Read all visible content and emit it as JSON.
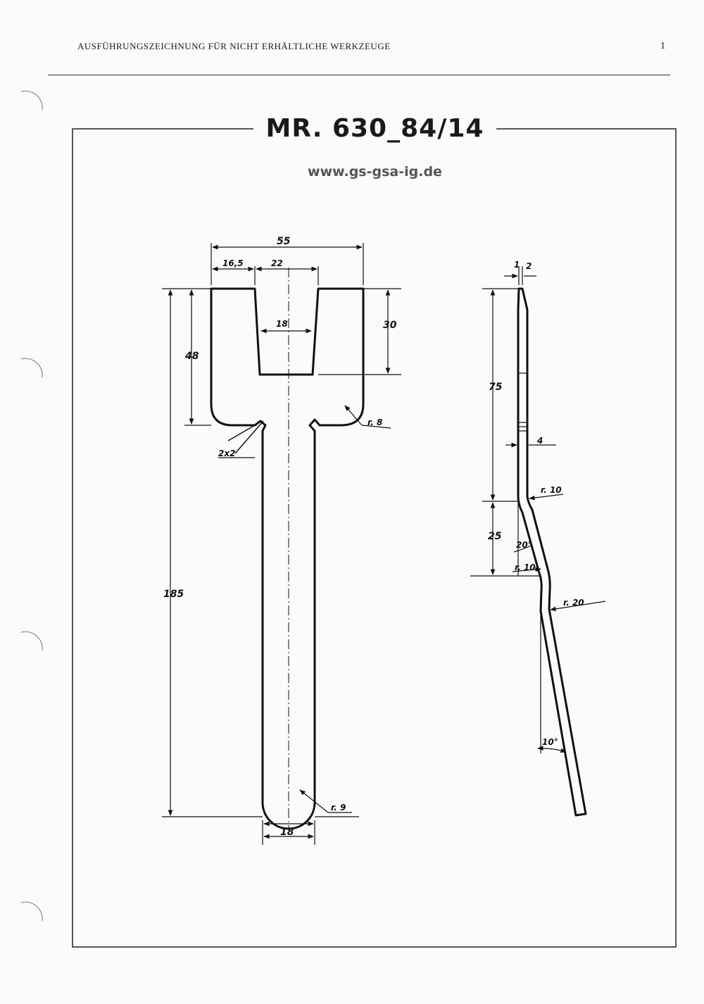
{
  "header": {
    "title": "AUSFÜHRUNGSZEICHNUNG FÜR NICHT ERHÄLTLICHE WERKZEUGE",
    "page_number": "1"
  },
  "drawing": {
    "number": "MR. 630_84/14",
    "website": "www.gs-gsa-ig.de"
  },
  "front_view": {
    "dims": {
      "overall_width": "55",
      "left_prong": "16,5",
      "slot_top": "22",
      "slot_bottom": "18",
      "slot_depth": "30",
      "head_height": "48",
      "overall_length": "185",
      "chamfer": "2x2",
      "fillet_radius": "r. 8",
      "end_radius": "r. 9",
      "shaft_width": "18"
    }
  },
  "side_view": {
    "dims": {
      "tip_thickness": "1",
      "tip_width": "2",
      "straight_length": "75",
      "thickness": "4",
      "bend_radius_upper": "r. 10",
      "offset_length": "25",
      "bend_angle": "20°",
      "bend_radius_lower": "r. 10",
      "bend_radius_large": "r. 20",
      "tail_angle": "10°"
    }
  }
}
